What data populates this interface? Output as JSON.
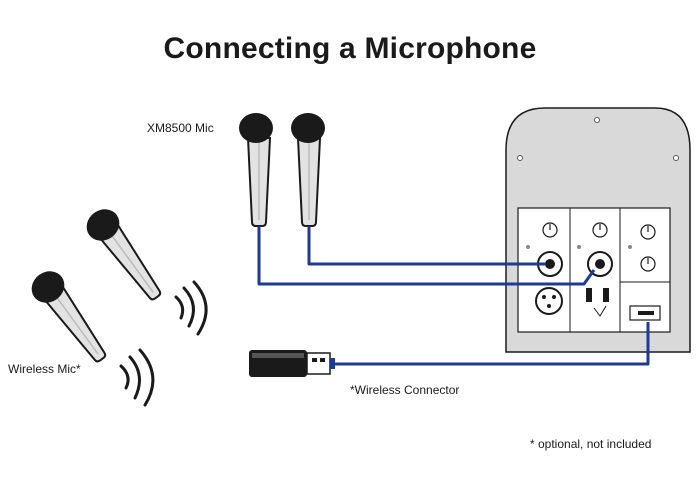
{
  "title": "Connecting a Microphone",
  "labels": {
    "wired_mic": "XM8500 Mic",
    "wireless_mic": "Wireless Mic*",
    "wireless_connector": "*Wireless Connector",
    "footnote": "* optional, not included"
  },
  "colors": {
    "cable": "#1f3a93",
    "outline": "#1a1a1a",
    "speaker_panel": "#d9d9d9",
    "mic_body": "#e3e3e3"
  },
  "icons": [
    "microphone-icon",
    "wireless-signal-icon",
    "usb-dongle-icon",
    "xlr-jack-icon",
    "knob-icon"
  ]
}
